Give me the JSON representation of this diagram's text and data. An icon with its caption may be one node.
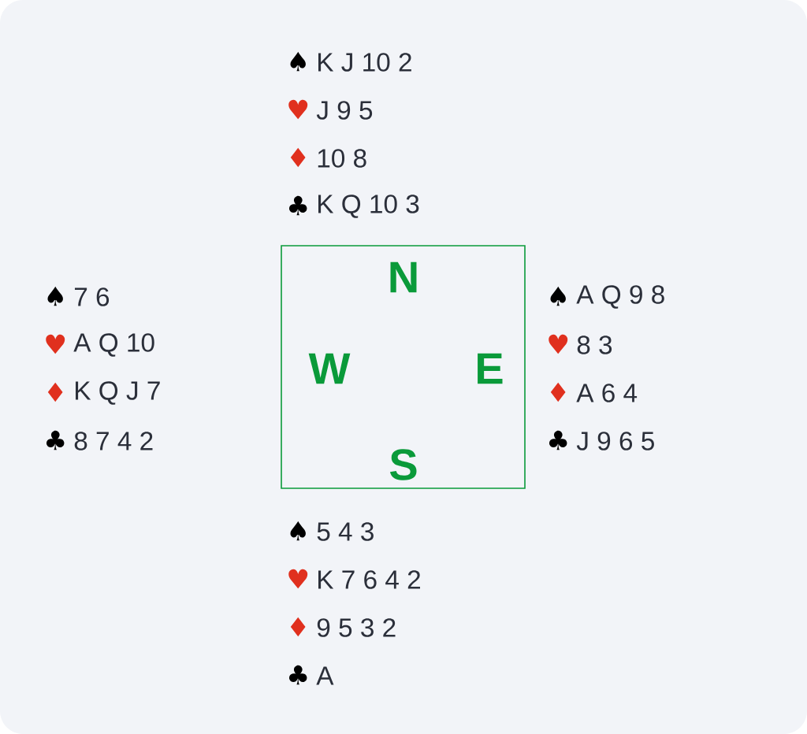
{
  "diagram": {
    "nodes": [
      {
        "text": [
          "N",
          "W",
          "E",
          "S"
        ]
      }
    ],
    "labels": [
      "♠",
      "K J 10 2",
      "♥",
      "J 9 5",
      "♦",
      "10 8",
      "♣",
      "K Q 10 3",
      "♠",
      "7 6",
      "♥",
      "A Q 10",
      "♦",
      "K Q J 7",
      "♣",
      "8 7 4 2",
      "♠",
      "A Q 9 8",
      "♥",
      "8 3",
      "♦",
      "A 6 4",
      "♣",
      "J 9 6 5",
      "♠",
      "5 4 3",
      "♥",
      "K 7 6 4 2",
      "♦",
      "9 5 3 2",
      "♣",
      "A"
    ]
  }
}
